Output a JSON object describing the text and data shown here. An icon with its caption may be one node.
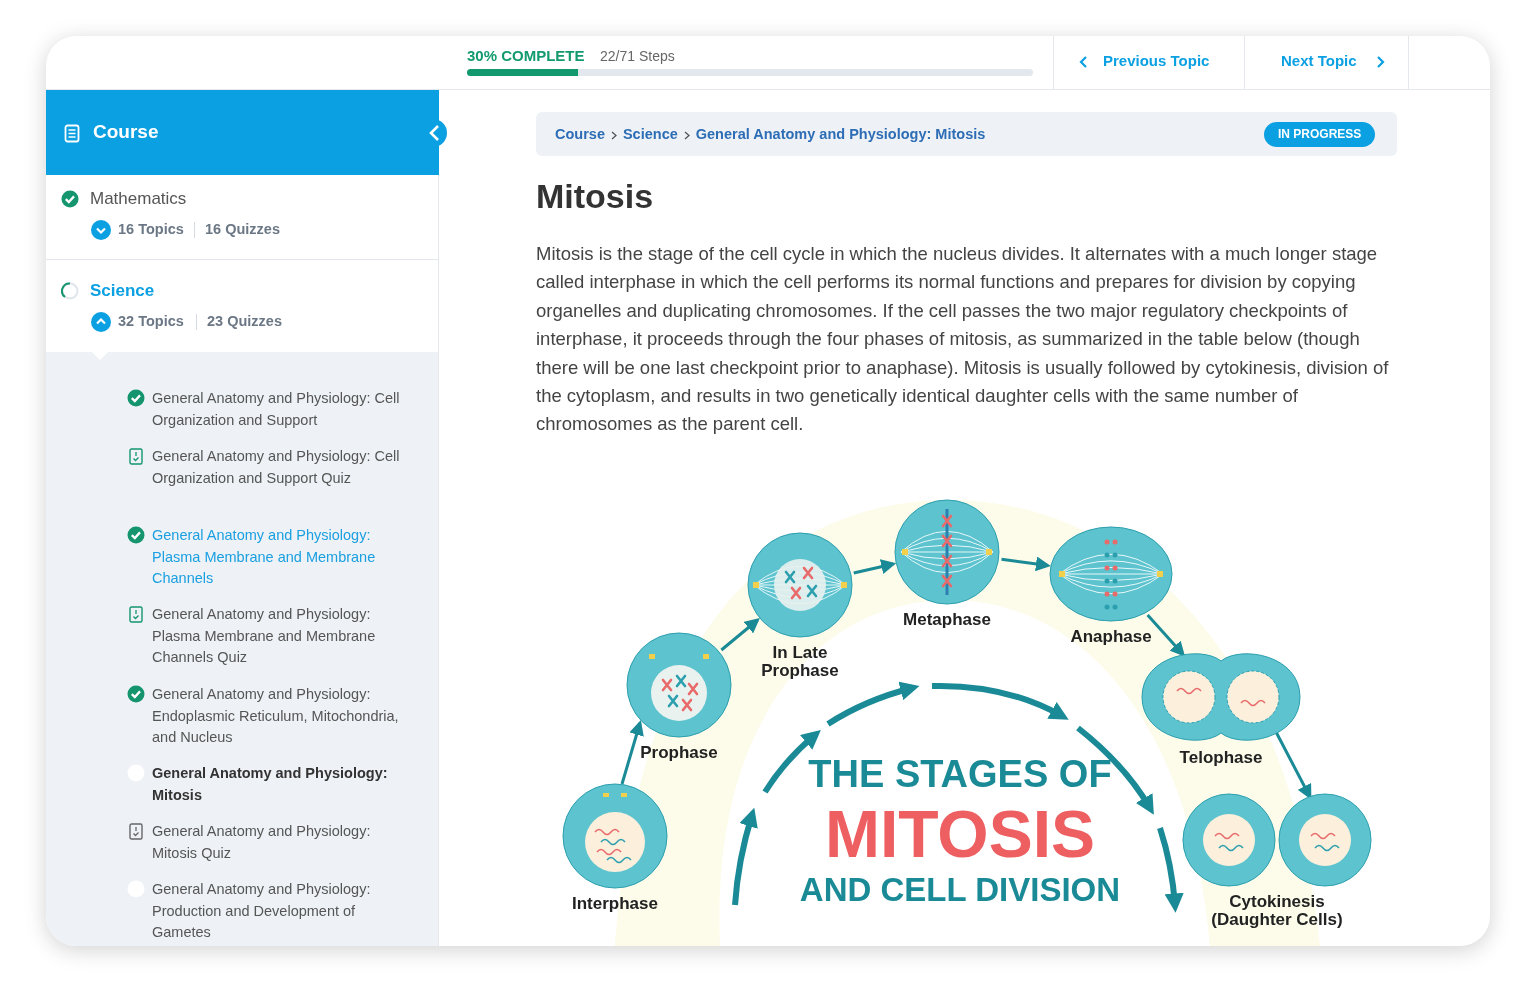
{
  "diagram": {
    "title": "Mitosis",
    "nodes": [
      {
        "text": [
          "Interphase"
        ]
      },
      {
        "text": [
          "Prophase"
        ]
      },
      {
        "text": [
          "In Late Prophase"
        ]
      },
      {
        "text": [
          "Metaphase"
        ]
      },
      {
        "text": [
          "Anaphase"
        ]
      },
      {
        "text": [
          "Telophase"
        ]
      },
      {
        "text": [
          "Cytokinesis (Daughter Cells)"
        ]
      }
    ],
    "edges": [
      {
        "from": 0,
        "to": 1,
        "arrow": "to"
      },
      {
        "from": 1,
        "to": 2,
        "arrow": "to"
      },
      {
        "from": 2,
        "to": 3,
        "arrow": "to"
      },
      {
        "from": 3,
        "to": 4,
        "arrow": "to"
      },
      {
        "from": 4,
        "to": 5,
        "arrow": "to"
      },
      {
        "from": 5,
        "to": 6,
        "arrow": "to"
      }
    ],
    "labels": [
      "30% COMPLETE",
      "22/71 Steps",
      "Previous Topic",
      "Next Topic",
      "Course",
      "Mathematics",
      "16 Topics",
      "16 Quizzes",
      "Science",
      "32 Topics",
      "23 Quizzes",
      "General Anatomy and Physiology: Cell Organization and Support",
      "General Anatomy and Physiology: Cell Organization and Support Quiz",
      "General Anatomy and Physiology: Plasma Membrane and Membrane Channels",
      "General Anatomy and Physiology: Plasma Membrane and Membrane Channels Quiz",
      "General Anatomy and Physiology: Endoplasmic Reticulum, Mitochondria, and Nucleus",
      "General Anatomy and Physiology: Mitosis",
      "General Anatomy and Physiology: Mitosis Quiz",
      "General Anatomy and Physiology: Production and Development of Gametes",
      "Course",
      "Science",
      "General Anatomy and Physiology: Mitosis",
      "IN PROGRESS",
      "Mitosis is the stage of the cell cycle in which the nucleus divides. It alternates with a much longer stage called interphase in which the cell performs its normal functions and prepares for division by copying organelles and duplicating chromosomes. If the cell passes the two major regulatory checkpoints of interphase, it proceeds through the four phases of mitosis, as summarized in the table below (though there will be one last checkpoint prior to anaphase). Mitosis is usually followed by cytokinesis, division of the cytoplasm, and results in two genetically identical daughter cells with the same number of chromosomes as the parent cell.",
      "THE STAGES OF",
      "MITOSIS",
      "AND CELL DIVISION"
    ]
  }
}
